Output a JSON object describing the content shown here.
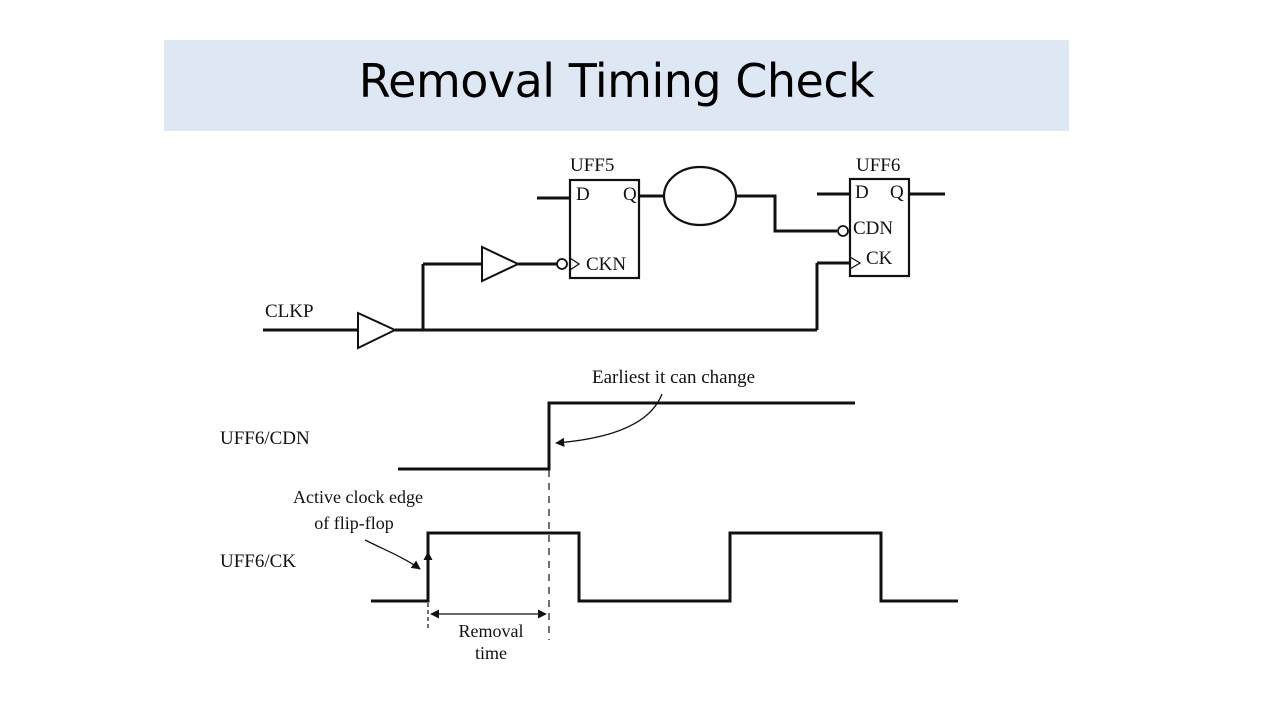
{
  "slide": {
    "title": "Removal Timing Check"
  },
  "circuit": {
    "clock_input": "CLKP",
    "ff_left": {
      "name": "UFF5",
      "d_pin": "D",
      "q_pin": "Q",
      "clk_pin": "CKN"
    },
    "ff_right": {
      "name": "UFF6",
      "d_pin": "D",
      "q_pin": "Q",
      "reset_pin": "CDN",
      "clk_pin": "CK"
    }
  },
  "waveform": {
    "cdn_signal": "UFF6/CDN",
    "ck_signal": "UFF6/CK",
    "annotation_earliest": "Earliest it can change",
    "annotation_edge_line1": "Active clock edge",
    "annotation_edge_line2": "of flip-flop",
    "removal_line1": "Removal",
    "removal_line2": "time"
  },
  "colors": {
    "title_background": "#dde8f4",
    "ink": "#111111"
  }
}
